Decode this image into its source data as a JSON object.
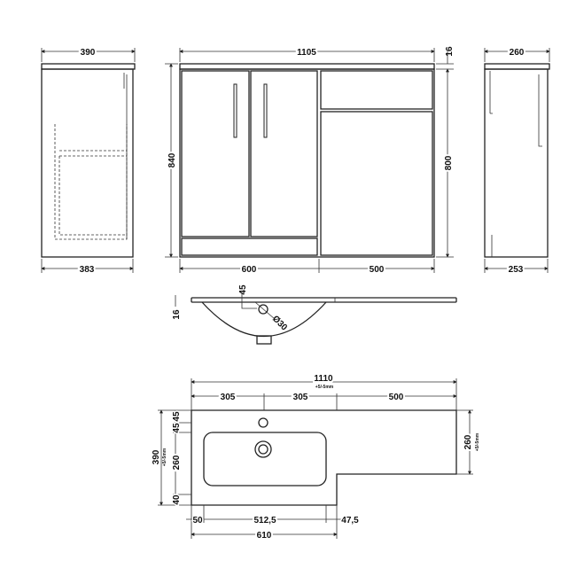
{
  "side_view_left": {
    "top_width": "390",
    "bottom_width": "383"
  },
  "front_view": {
    "width": "1105",
    "height": "840",
    "counter_thickness": "16",
    "body_height": "800",
    "left_width": "600",
    "right_width": "500"
  },
  "side_view_right": {
    "top_width": "260",
    "bottom_width": "253"
  },
  "section_view": {
    "thickness": "16",
    "tap_offset": "45",
    "tap_hole": "Ø30"
  },
  "plan_view": {
    "overall_width": "1110",
    "overall_tolerance": "+5/-5mm",
    "segments_top": [
      "305",
      "305",
      "500"
    ],
    "depth": "390",
    "depth_tolerance": "+5/-5mm",
    "left_segments": [
      "45",
      "45",
      "260",
      "40"
    ],
    "right_depth": "260",
    "right_tolerance": "+5/-5mm",
    "bottom_segments": [
      "50",
      "512,5",
      "47,5"
    ],
    "basin_unit_width": "610"
  }
}
